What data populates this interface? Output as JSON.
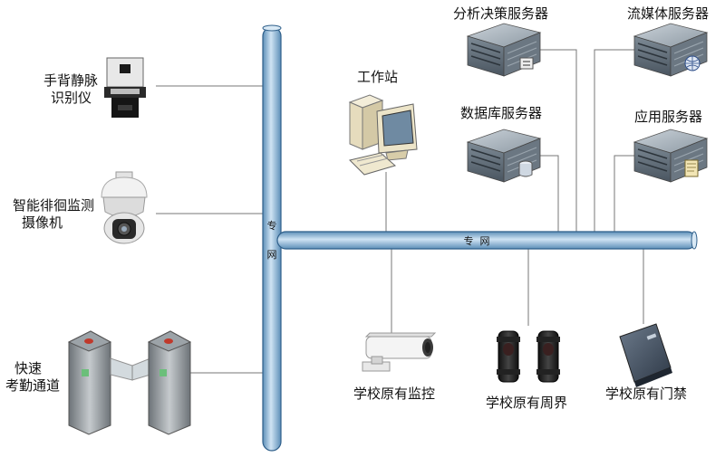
{
  "diagram": {
    "bus_label": "专网",
    "vertical_bus_label_1": "专",
    "vertical_bus_label_2": "网",
    "horizontal_bus_label": "专  网",
    "devices": {
      "vein_reader": {
        "line1": "手背静脉",
        "line2": "识别仪",
        "icon": "vein-scanner-icon"
      },
      "camera": {
        "line1": "智能徘徊监测",
        "line2": "摄像机",
        "icon": "dome-camera-icon"
      },
      "turnstile": {
        "line1": "快速",
        "line2": "考勤通道",
        "icon": "turnstile-gate-icon"
      },
      "workstation": {
        "label": "工作站",
        "icon": "workstation-pc-icon"
      },
      "analysis_server": {
        "label": "分析决策服务器",
        "icon": "server-icon"
      },
      "streaming_server": {
        "label": "流媒体服务器",
        "icon": "server-icon"
      },
      "database_server": {
        "label": "数据库服务器",
        "icon": "server-icon"
      },
      "app_server": {
        "label": "应用服务器",
        "icon": "server-icon"
      },
      "monitoring": {
        "label": "学校原有监控",
        "icon": "bullet-camera-icon"
      },
      "perimeter": {
        "label": "学校原有周界",
        "icon": "infrared-beam-icon"
      },
      "access_control": {
        "label": "学校原有门禁",
        "icon": "card-reader-icon"
      }
    },
    "colors": {
      "bus_fill": "#9ec3df",
      "bus_stroke": "#2f5f8a",
      "line": "#666666",
      "server_body": "#8c9aa6"
    }
  }
}
